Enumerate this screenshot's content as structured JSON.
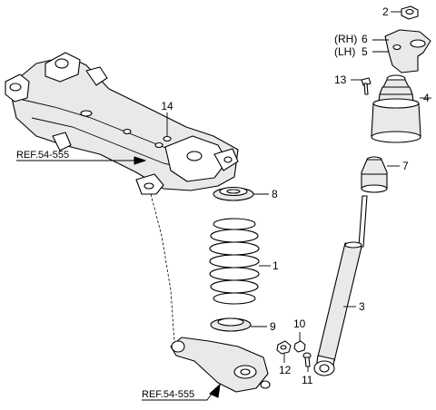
{
  "labels": {
    "p1": "1",
    "p2": "2",
    "p3": "3",
    "p4": "4",
    "p5": "5",
    "p6": "6",
    "p7": "7",
    "p8": "8",
    "p9": "9",
    "p10": "10",
    "p11": "11",
    "p12": "12",
    "p13": "13",
    "p14": "14",
    "rh": "(RH)",
    "lh": "(LH)"
  },
  "refs": {
    "crossmember": "REF.54-555",
    "lower_arm": "REF.54-555"
  }
}
